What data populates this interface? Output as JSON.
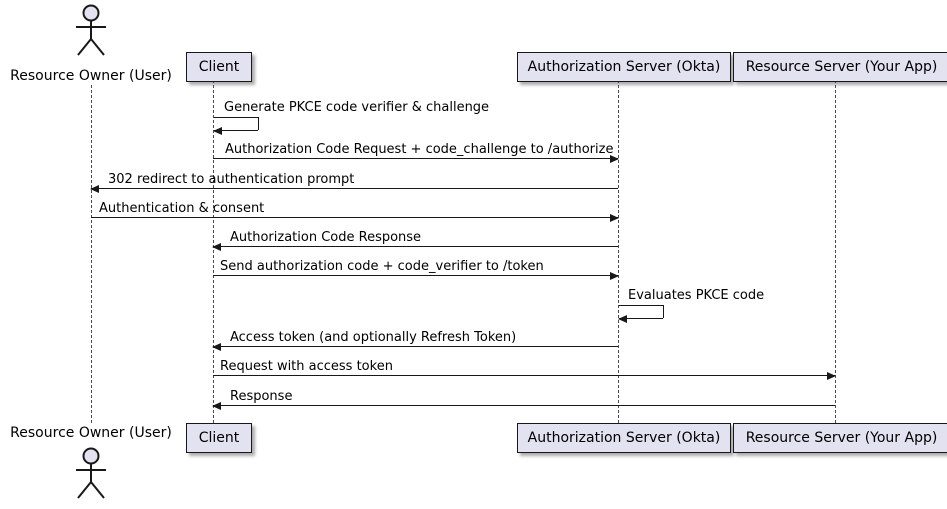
{
  "participants": {
    "owner": {
      "label": "Resource Owner (User)",
      "type": "actor"
    },
    "client": {
      "label": "Client",
      "type": "participant"
    },
    "auth": {
      "label": "Authorization Server (Okta)",
      "type": "participant"
    },
    "resource": {
      "label": "Resource Server (Your App)",
      "type": "participant"
    }
  },
  "messages": [
    {
      "from": "client",
      "to": "client",
      "kind": "self",
      "label": "Generate PKCE code verifier & challenge"
    },
    {
      "from": "client",
      "to": "auth",
      "kind": "right",
      "label": "Authorization Code Request + code_challenge to /authorize"
    },
    {
      "from": "auth",
      "to": "owner",
      "kind": "left",
      "label": "302 redirect to authentication prompt"
    },
    {
      "from": "owner",
      "to": "auth",
      "kind": "right",
      "label": "Authentication & consent"
    },
    {
      "from": "auth",
      "to": "client",
      "kind": "left",
      "label": "Authorization Code Response"
    },
    {
      "from": "client",
      "to": "auth",
      "kind": "right",
      "label": "Send authorization code + code_verifier to /token"
    },
    {
      "from": "auth",
      "to": "auth",
      "kind": "self",
      "label": "Evaluates PKCE code"
    },
    {
      "from": "auth",
      "to": "client",
      "kind": "left",
      "label": "Access token (and optionally Refresh Token)"
    },
    {
      "from": "client",
      "to": "resource",
      "kind": "right",
      "label": "Request with access token"
    },
    {
      "from": "resource",
      "to": "client",
      "kind": "left",
      "label": "Response"
    }
  ],
  "colors": {
    "line": "#181818",
    "box_fill": "#E2E2F0",
    "text": "#000000",
    "background": "#FFFFFF"
  }
}
